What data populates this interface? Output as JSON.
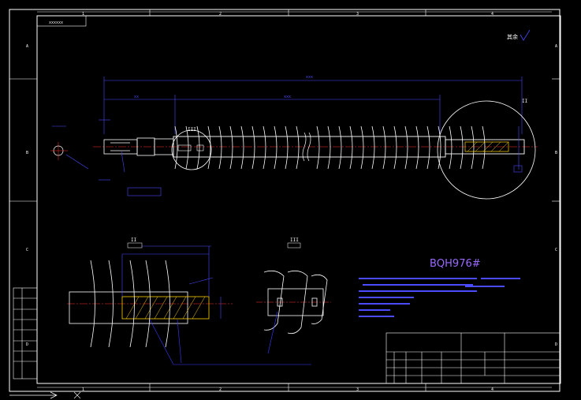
{
  "drawing": {
    "top_left_label": "xxxxxx",
    "zones_top": [
      "1",
      "2",
      "3",
      "4"
    ],
    "zones_bottom": [
      "1",
      "2",
      "3",
      "4"
    ],
    "zones_left": [
      "A",
      "B",
      "C",
      "D"
    ],
    "zones_right": [
      "A",
      "B",
      "C",
      "D"
    ],
    "surface_finish": "其余",
    "detail_labels": [
      "II",
      "III"
    ],
    "dimension_total": "xxx",
    "dimension_left": "xx",
    "dimension_right": "xxx",
    "part_code": "BQH976#",
    "colors": {
      "background": "#000000",
      "frame": "#ffffff",
      "dimension": "#4a4aff",
      "hatch": "#ffd000",
      "crosshair": "#ff3030",
      "leader": "#3a3aff",
      "title_text": "#9a6aff"
    }
  }
}
